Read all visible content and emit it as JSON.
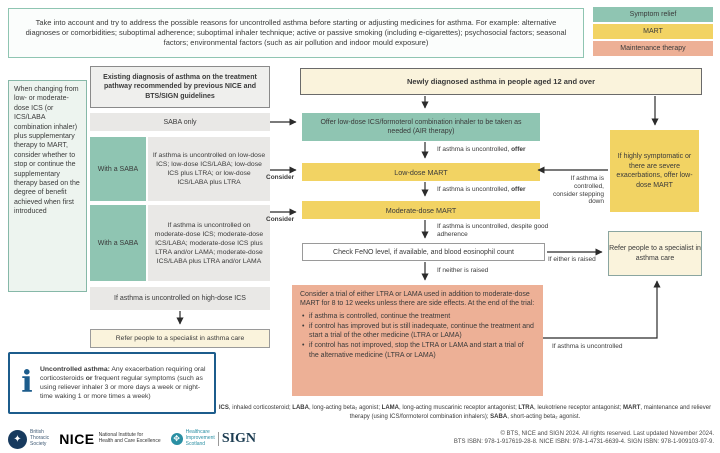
{
  "colors": {
    "symptom_relief": "#8fc5b2",
    "mart": "#f2d363",
    "maintenance": "#edb096",
    "header_cream": "#faf3dc",
    "info_blue": "#1c5c8c"
  },
  "top_note": "Take into account and try to address the possible reasons for uncontrolled asthma before starting or adjusting medicines for asthma. For example: alternative diagnoses or comorbidities; suboptimal adherence; suboptimal inhaler technique; active or passive smoking (including e-cigarettes); psychosocial factors; seasonal factors; environmental factors (such as air pollution and indoor mould exposure)",
  "legend": {
    "items": [
      {
        "label": "Symptom relief",
        "color": "#8fc5b2"
      },
      {
        "label": "MART",
        "color": "#f2d363"
      },
      {
        "label": "Maintenance therapy",
        "color": "#edb096"
      }
    ]
  },
  "left_pathway": {
    "note": "When changing from low- or moderate-dose ICS (or ICS/LABA combination inhaler) plus supplementary therapy to MART, consider whether to stop or continue the supplementary therapy based on the degree of benefit achieved when first introduced",
    "header": "Existing diagnosis of asthma on the treatment pathway recommended by previous NICE and BTS/SIGN guidelines",
    "saba_only": "SABA only",
    "rows": [
      {
        "side": "With a SABA",
        "text": "If asthma is uncontrolled on low-dose ICS; low-dose ICS/LABA; low-dose ICS plus LTRA; or low-dose ICS/LABA plus LTRA"
      },
      {
        "side": "With a SABA",
        "text": "If asthma is uncontrolled on moderate-dose ICS; moderate-dose ICS/LABA; moderate-dose ICS plus LTRA and/or LAMA; moderate-dose ICS/LABA plus LTRA and/or LAMA"
      }
    ],
    "high_dose": "If asthma is uncontrolled on high-dose ICS",
    "refer": "Refer people to a specialist in asthma care"
  },
  "center": {
    "header": "Newly diagnosed asthma in people aged 12 and over",
    "air": "Offer low-dose ICS/formoterol combination inhaler to be taken as needed (AIR therapy)",
    "low_mart": "Low-dose MART",
    "mod_mart": "Moderate-dose MART",
    "feno": "Check FeNO level, if available, and blood eosinophil count",
    "trial": {
      "intro": "Consider a trial of either LTRA or LAMA used in addition to moderate-dose MART for 8 to 12 weeks unless there are side effects. At the end of the trial:",
      "bullets": [
        "if asthma is controlled, continue the treatment",
        "if control has improved but is still inadequate, continue the treatment and start a trial of the other medicine (LTRA or LAMA)",
        "if control has not improved, stop the LTRA or LAMA and start a trial of the alternative medicine (LTRA or LAMA)"
      ]
    }
  },
  "right_pathway": {
    "highly": "If highly symptomatic or there are severe exacerbations, offer low-dose MART",
    "refer": "Refer people to a specialist in asthma care"
  },
  "labels": {
    "uncontrolled_offer_text": "If asthma is uncontrolled, ",
    "uncontrolled_offer_bold": "offer",
    "despite": "If asthma is uncontrolled, despite good adherence",
    "neither": "If neither is raised",
    "either": "If either is raised",
    "uncontrolled": "If asthma is uncontrolled",
    "consider": "Consider",
    "stepping": "If asthma is controlled, consider stepping down"
  },
  "info": {
    "parts": [
      {
        "b": "Uncontrolled asthma:",
        "t": " Any exacerbation requiring oral corticosteroids "
      },
      {
        "b": "or",
        "t": " frequent regular symptoms (such as using reliever inhaler 3 or more days a week or night-time waking 1 or more times a week)"
      }
    ]
  },
  "abbreviations": {
    "parts": [
      {
        "b": "ICS",
        "t": ", inhaled corticosteroid; "
      },
      {
        "b": "LABA",
        "t": ", long-acting beta₂ agonist; "
      },
      {
        "b": "LAMA",
        "t": ", long-acting muscarinic receptor antagonist; "
      },
      {
        "b": "LTRA",
        "t": ", leukotriene receptor antagonist; "
      },
      {
        "b": "MART",
        "t": ", maintenance and reliever therapy (using ICS/formoterol combination inhalers); "
      },
      {
        "b": "SABA",
        "t": ", short-acting beta₂ agonist."
      }
    ]
  },
  "footer": {
    "bts_l1": "British",
    "bts_l2": "Thoracic",
    "bts_l3": "Society",
    "nice": "NICE",
    "nice_sub1": "National Institute for",
    "nice_sub2": "Health and Care Excellence",
    "his_l1": "Healthcare",
    "his_l2": "Improvement",
    "his_l3": "Scotland",
    "sign": "SIGN",
    "copy1": "© BTS, NICE and SIGN 2024. All rights reserved. Last updated November 2024.",
    "copy2": "BTS ISBN: 978-1-917619-28-8. NICE ISBN: 978-1-4731-6639-4. SIGN ISBN: 978-1-909103-97-9."
  }
}
